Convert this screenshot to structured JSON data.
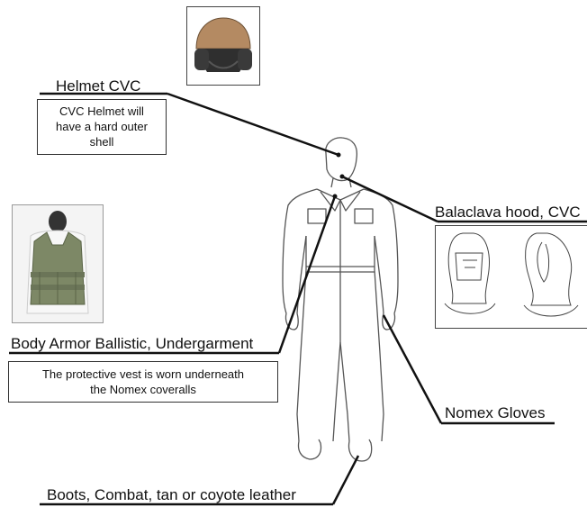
{
  "labels": {
    "helmet": "Helmet CVC",
    "balaclava": "Balaclava hood, CVC",
    "body_armor": "Body Armor Ballistic, Undergarment",
    "gloves": "Nomex Gloves",
    "boots": "Boots, Combat, tan or coyote leather"
  },
  "notes": {
    "helmet": [
      "CVC Helmet will",
      "have a hard outer",
      "shell"
    ],
    "vest": [
      "The protective vest is worn underneath",
      "the Nomex coveralls"
    ]
  },
  "colors": {
    "line": "#111111",
    "helmet_shell": "#b48a62",
    "vest": "#7d8866"
  }
}
